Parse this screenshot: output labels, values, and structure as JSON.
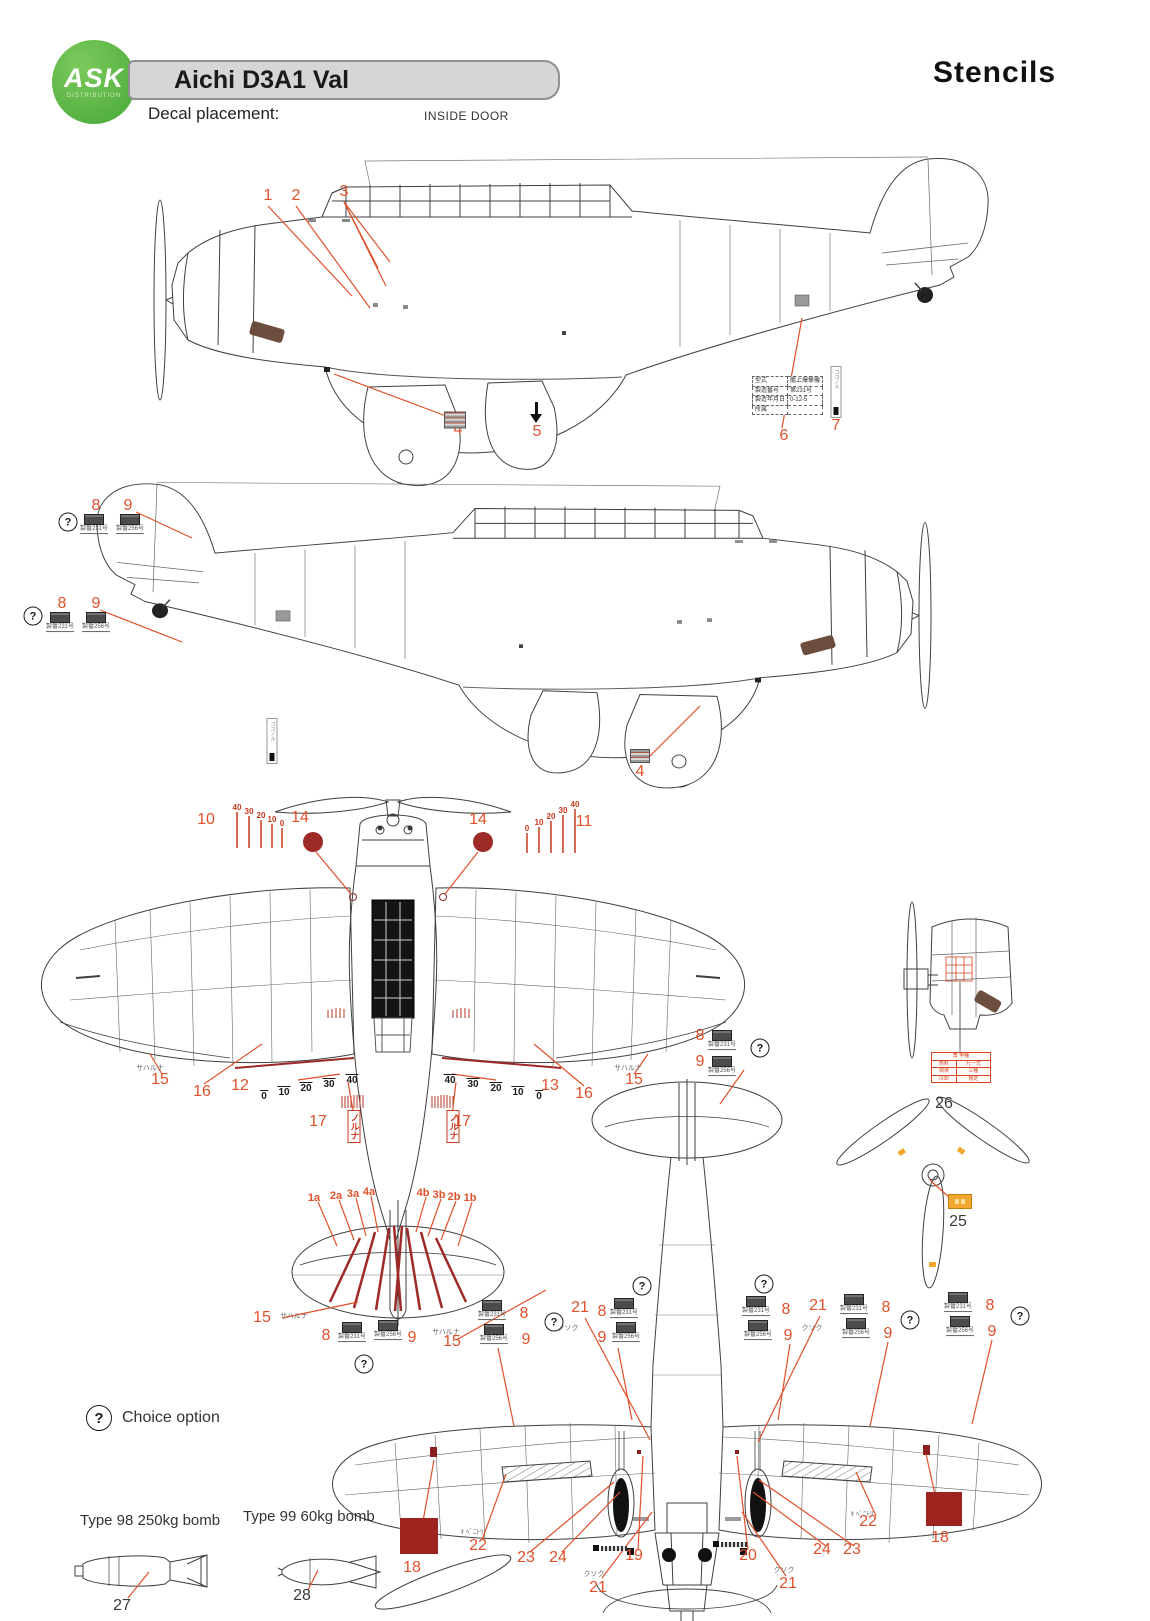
{
  "header": {
    "logo": "ASK",
    "logo_sub": "DISTRIBUTION",
    "title": "Aichi D3A1 Val",
    "subtitle": "Decal placement:",
    "inside_door": "INSIDE DOOR",
    "corner": "Stencils"
  },
  "legend": {
    "q": "?",
    "label": "Choice option"
  },
  "n": {
    "1": "1",
    "2": "2",
    "3": "3",
    "4": "4",
    "5": "5",
    "6": "6",
    "7": "7",
    "8": "8",
    "9": "9",
    "10": "10",
    "11": "11",
    "12": "12",
    "13": "13",
    "14": "14",
    "15": "15",
    "16": "16",
    "17": "17",
    "18": "18",
    "19": "19",
    "20": "20",
    "21": "21",
    "22": "22",
    "23": "23",
    "24": "24",
    "25": "25",
    "26": "26",
    "27": "27",
    "28": "28",
    "1a": "1a",
    "2a": "2a",
    "3a": "3a",
    "4a": "4a",
    "4b": "4b",
    "3b": "3b",
    "2b": "2b",
    "1b": "1b"
  },
  "nums": {
    "0": "0",
    "10": "10",
    "20": "20",
    "30": "30",
    "40": "40"
  },
  "stencils": {
    "serial_a": "製番231号",
    "serial_b": "製番256号",
    "noruna": "ノルナ",
    "saharuna": "サハルナ",
    "kusoku": "クソク",
    "kokonoru": "ココノル",
    "benitori": "ｷ ﾍﾞﾆﾄﾘ"
  },
  "plate6": {
    "r0c0": "型式",
    "r0c1": "艦上爆撃機",
    "r1c0": "製造番号",
    "r1c1": "第231号",
    "r2c0": "製造年月日",
    "r2c1": "0-12-5",
    "r3c0": "所属",
    "r3c1": ""
  },
  "plate26": {
    "h": "角 甲種",
    "r1a": "燃料",
    "r1b": "九一式",
    "r2a": "潤滑",
    "r2b": "三種",
    "r3a": "冷却",
    "r3b": "規定"
  },
  "bombs": {
    "b1": "Type 98 250kg bomb",
    "b2": "Type 99 60kg bomb"
  },
  "colors": {
    "callout": "#e0512b",
    "dark_red": "#9e2420",
    "logo_green": "#55b948",
    "accent_yellow": "#f2a72e"
  }
}
